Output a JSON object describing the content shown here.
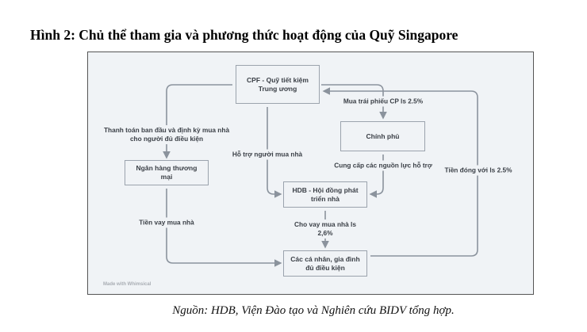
{
  "title": "Hình 2: Chủ thể tham gia và phương thức hoạt động của Quỹ Singapore",
  "diagram": {
    "nodes": {
      "cpf": "CPF - Quỹ tiết kiệm Trung ương",
      "government": "Chính phủ",
      "bank": "Ngân hàng thương mại",
      "hdb": "HDB - Hội đồng phát triển nhà",
      "individuals": "Các cá nhân, gia đình đủ điều kiện"
    },
    "edges": {
      "cpf_to_bank": "Thanh toán ban đầu và định kỳ mua nhà cho người đủ điều kiện",
      "cpf_to_hdb": "Hỗ trợ người mua nhà",
      "cpf_to_government": "Mua trái phiếu CP ls 2.5%",
      "government_to_hdb": "Cung cấp các nguồn lực hỗ trợ",
      "individuals_to_cpf": "Tiền đóng với ls 2.5%",
      "hdb_to_individuals": "Cho vay mua nhà ls 2,6%",
      "bank_to_individuals": "Tiền vay mua nhà"
    },
    "watermark": "Made with Whimsical",
    "colors": {
      "background": "#f0f3f6",
      "line": "#8b939d",
      "text": "#3a3f46"
    }
  },
  "caption": "Nguồn: HDB, Viện Đào tạo và Nghiên cứu BIDV tổng hợp."
}
